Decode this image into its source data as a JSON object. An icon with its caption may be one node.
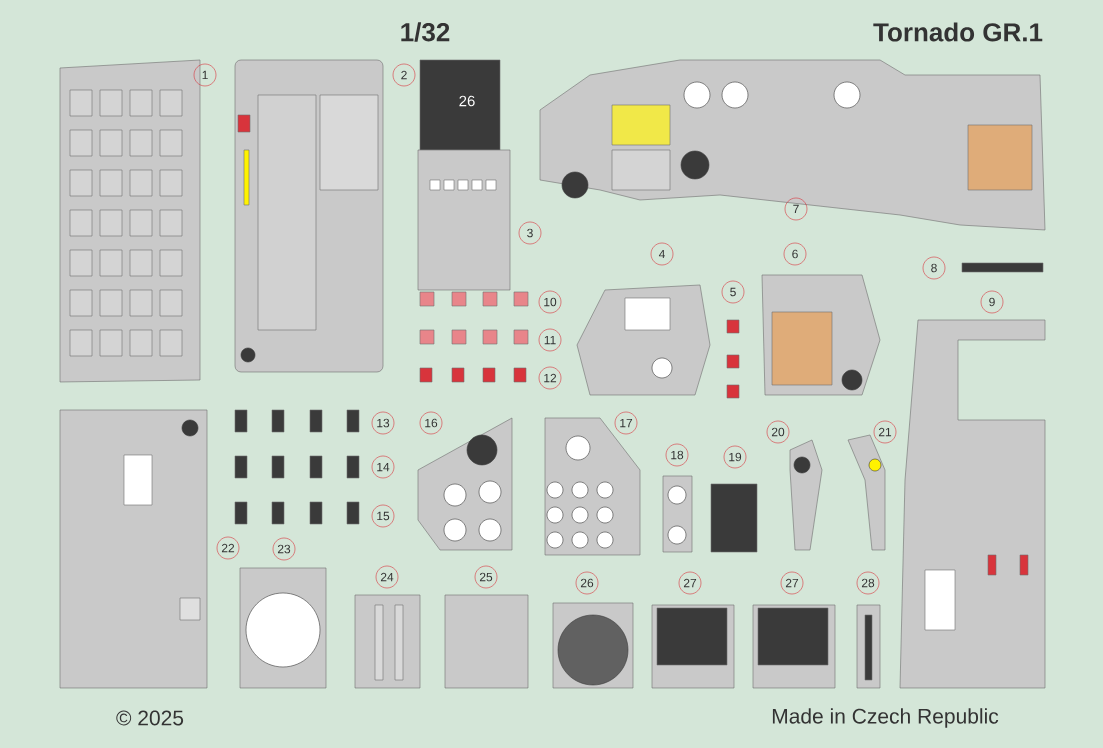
{
  "diagram": {
    "title": "Tornado GR.1",
    "labels": [
      "1/32",
      "1",
      "2",
      "26",
      "7",
      "3",
      "4",
      "6",
      "5",
      "8",
      "10",
      "9",
      "11",
      "12",
      "13",
      "16",
      "17",
      "20",
      "21",
      "18",
      "19",
      "14",
      "15",
      "22",
      "23",
      "24",
      "25",
      "26",
      "27",
      "27",
      "28",
      "© 2025",
      "Made in Czech Republic"
    ]
  }
}
